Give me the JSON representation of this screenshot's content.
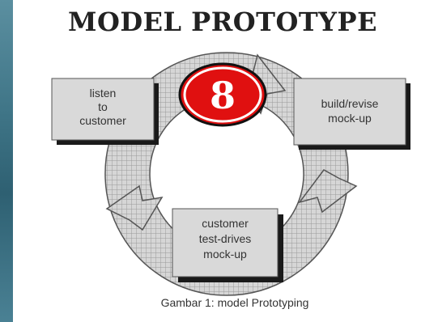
{
  "title": "MODEL PROTOTYPE",
  "step_number": "8",
  "boxes": [
    {
      "lines": [
        "listen",
        "to",
        "customer"
      ]
    },
    {
      "lines": [
        "build/revise",
        "mock-up"
      ]
    },
    {
      "lines": [
        "customer",
        "test-drives",
        "mock-up"
      ]
    }
  ],
  "caption": "Gambar 1: model Prototyping",
  "colors": {
    "box_fill": "#d9d9d9",
    "box_shadow": "#1a1a1a",
    "cycle_fill": "#d6d6d6",
    "badge_fill": "#e01010"
  }
}
